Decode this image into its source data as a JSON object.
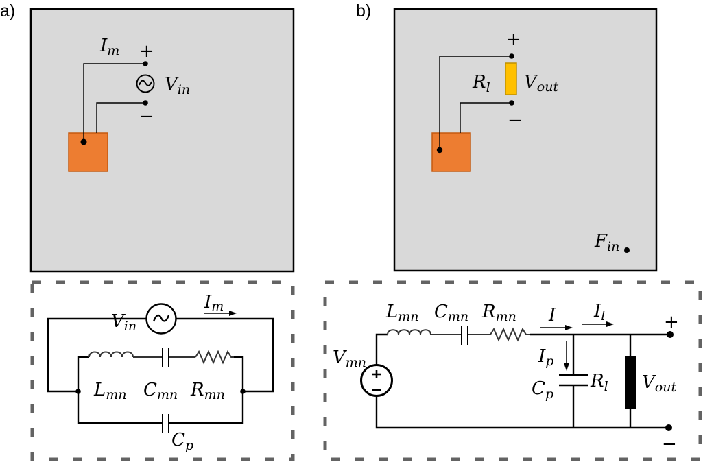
{
  "figure": {
    "panels": [
      {
        "id": "a",
        "label": "a)",
        "layout": {
          "top_labels": {
            "current": "I",
            "current_sub": "m",
            "voltage": "V",
            "voltage_sub": "in",
            "plus": "+",
            "minus": "−"
          },
          "patch_color": "#ED7D31",
          "substrate_color": "#D9D9D9"
        },
        "circuit": {
          "source_label": "V",
          "source_sub": "in",
          "current_label": "I",
          "current_sub": "m",
          "inductor_label": "L",
          "inductor_sub": "mn",
          "capacitor_label": "C",
          "capacitor_sub": "mn",
          "resistor_label": "R",
          "resistor_sub": "mn",
          "parallel_cap_label": "C",
          "parallel_cap_sub": "p"
        }
      },
      {
        "id": "b",
        "label": "b)",
        "layout": {
          "load_label": "R",
          "load_sub": "l",
          "voltage": "V",
          "voltage_sub": "out",
          "force_label": "F",
          "force_sub": "in",
          "plus": "+",
          "minus": "−",
          "patch_color": "#ED7D31",
          "load_color": "#FFC000",
          "substrate_color": "#D9D9D9"
        },
        "circuit": {
          "source_label": "V",
          "source_sub": "mn",
          "inductor_label": "L",
          "inductor_sub": "mn",
          "capacitor_label": "C",
          "capacitor_sub": "mn",
          "resistor_label": "R",
          "resistor_sub": "mn",
          "current_label": "I",
          "load_current_label": "I",
          "load_current_sub": "l",
          "parallel_current_label": "I",
          "parallel_current_sub": "p",
          "parallel_cap_label": "C",
          "parallel_cap_sub": "p",
          "load_label": "R",
          "load_sub": "l",
          "output_label": "V",
          "output_sub": "out",
          "plus": "+",
          "minus": "−"
        }
      }
    ]
  }
}
